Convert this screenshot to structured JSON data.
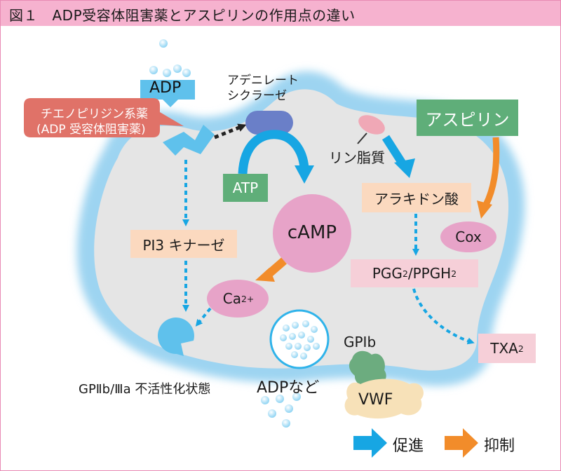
{
  "title": "図１　ADP受容体阻害薬とアスピリンの作用点の違い",
  "labels": {
    "adp": "ADP",
    "adenylate_cyclase": "アデニレート\nシクラーゼ",
    "thienopyridine_line1": "チエノピリジン系薬",
    "thienopyridine_line2": "(ADP 受容体阻害薬)",
    "atp": "ATP",
    "camp": "cAMP",
    "ca": "Ca",
    "ca_charge": "2+",
    "pi3_kinase": "PI3 キナーゼ",
    "gp_inactive": "GPⅡb/Ⅲa 不活性化状態",
    "adp_etc": "ADPなど",
    "phospholipid": "リン脂質",
    "aspirin": "アスピリン",
    "arachidonic_acid": "アラキドン酸",
    "cox": "Cox",
    "pgg": "PGG",
    "pgg_sub": "2",
    "pgg_sep": "/PPGH",
    "ppgh_sub": "2",
    "txa": "TXA",
    "txa_sub": "2",
    "gpib": "GPIb",
    "vwf": "VWF"
  },
  "legend": {
    "promote": "促進",
    "inhibit": "抑制"
  },
  "colors": {
    "title_bar": "#f6b2cf",
    "cell_fill": "#e5e5e5",
    "cell_rim": "#9dd4f1",
    "promote_arrow": "#17a6e3",
    "inhibit_arrow": "#f28c2a",
    "thieno_box": "#e07268",
    "aspirin_box": "#5fae79",
    "pink_node": "#e7a3c8",
    "peach_box": "#fbd9bf"
  }
}
